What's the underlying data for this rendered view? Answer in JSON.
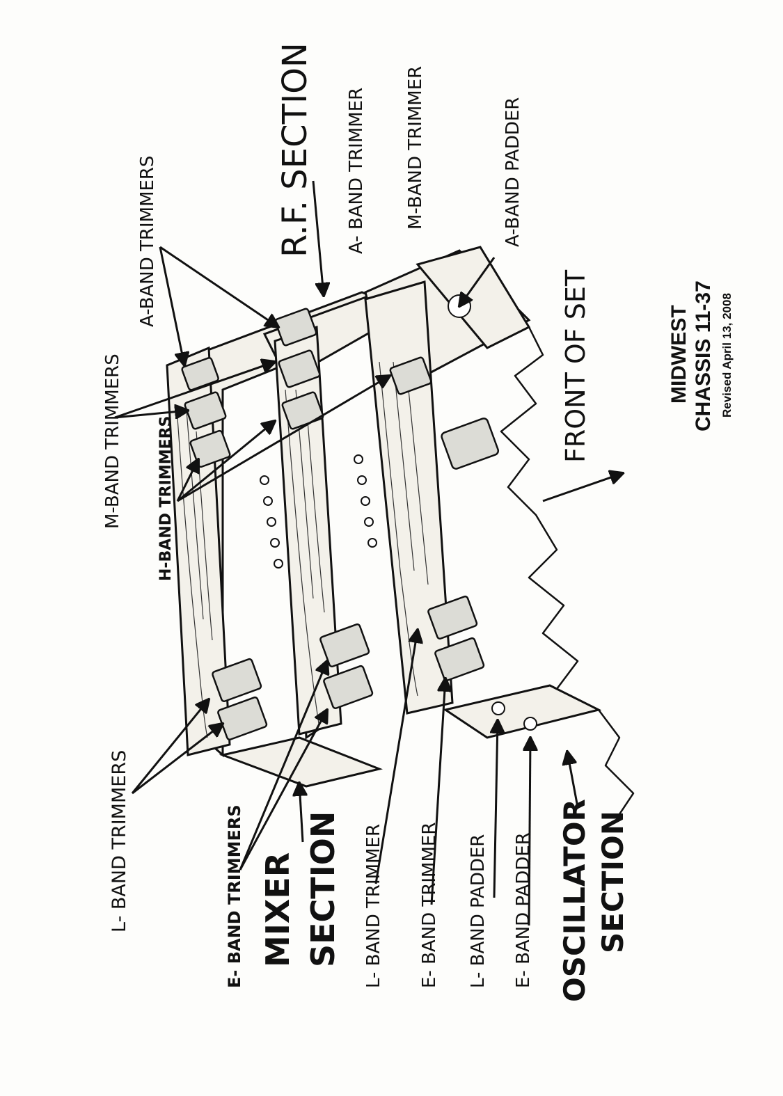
{
  "labels": {
    "l_band_trimmers_top": "L- BAND TRIMMERS",
    "e_band_trimmers": "E- BAND TRIMMERS",
    "mixer": "MIXER",
    "section_mixer": "SECTION",
    "l_band_trimmer": "L- BAND TRIMMER",
    "e_band_trimmer": "E- BAND TRIMMER",
    "l_band_padder": "L- BAND PADDER",
    "e_band_padder": "E- BAND PADDER",
    "oscillator": "OSCILLATOR",
    "section_oscillator": "SECTION",
    "m_band_trimmers": "M-BAND TRIMMERS",
    "h_band_trimmers": "H-BAND TRIMMERS",
    "a_band_trimmers": "A-BAND TRIMMERS",
    "rf_section": "R.F. SECTION",
    "a_band_trimmer": "A- BAND TRIMMER",
    "m_band_trimmer": "M-BAND TRIMMER",
    "a_band_padder": "A-BAND PADDER",
    "front_of_set": "FRONT OF SET"
  },
  "title_block": {
    "line1": "MIDWEST",
    "line2": "CHASSIS 11-37",
    "revised": "Revised April 13, 2008"
  }
}
